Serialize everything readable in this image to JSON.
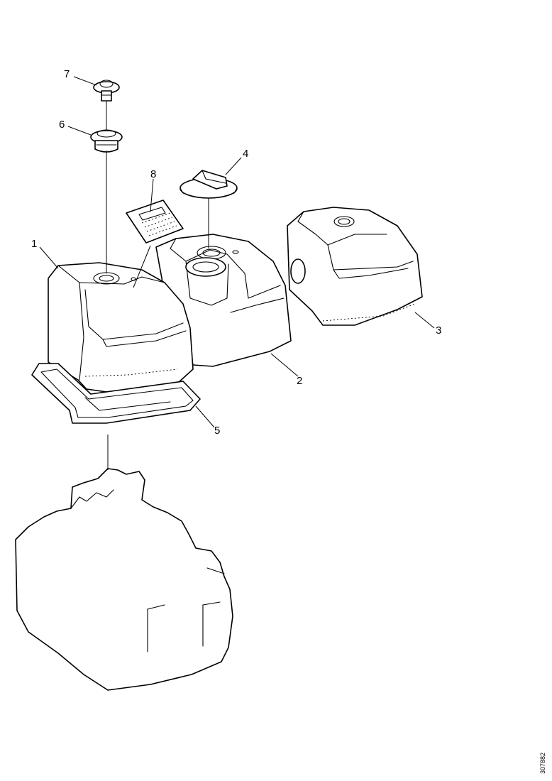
{
  "diagram": {
    "callouts": {
      "c1": "1",
      "c2": "2",
      "c3": "3",
      "c4": "4",
      "c5": "5",
      "c6": "6",
      "c7": "7",
      "c8": "8"
    },
    "reference_number": "307882"
  }
}
